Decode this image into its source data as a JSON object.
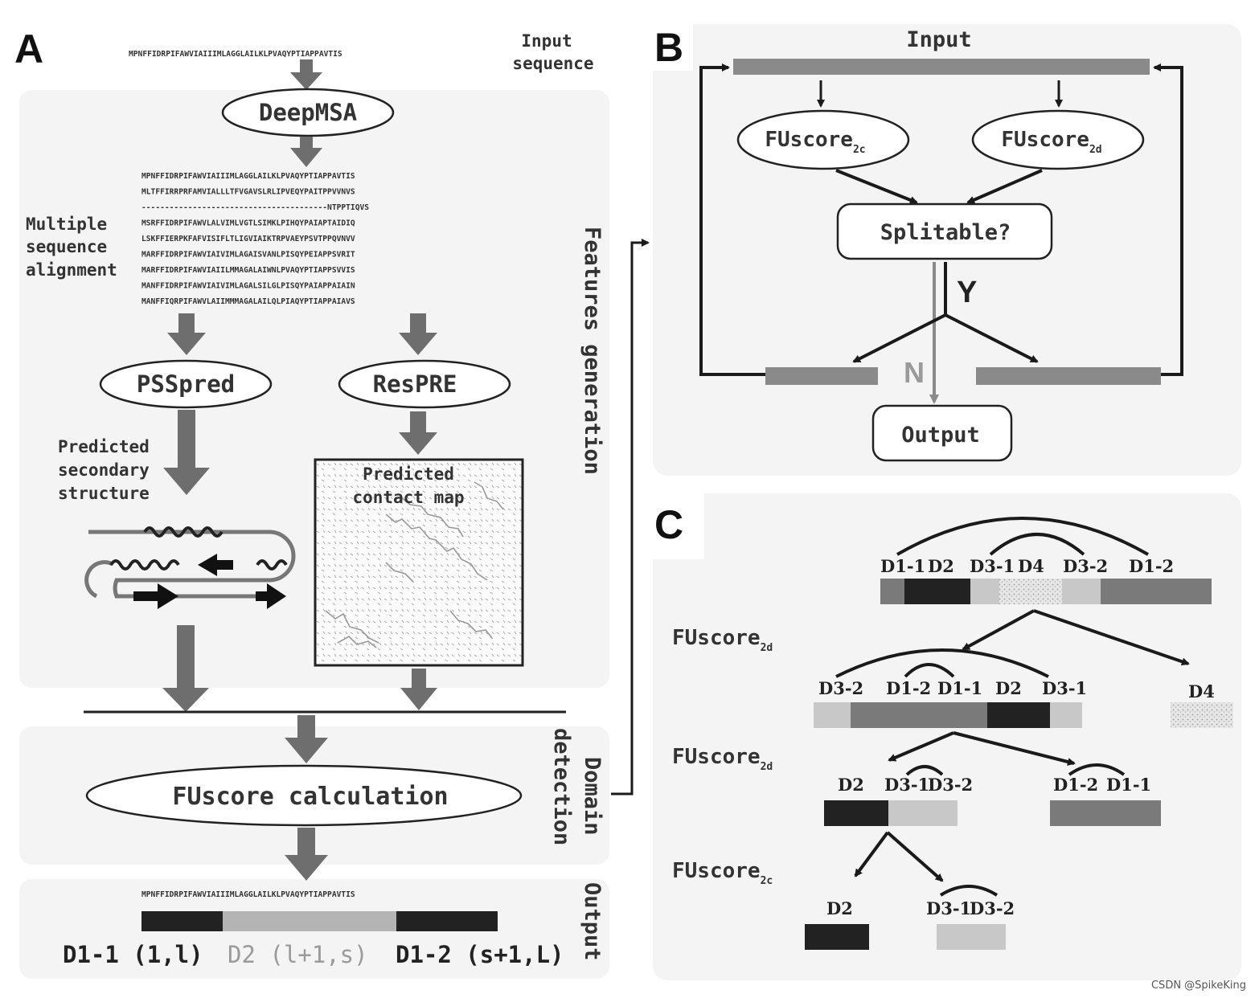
{
  "panel_labels": {
    "a": "A",
    "b": "B",
    "c": "C"
  },
  "panel_a": {
    "input_sequence_text": "MPNFFIDRPIFAWVIAIIIMLAGGLAILKLPVAQYPTIAPPAVTIS",
    "input_label_1": "Input",
    "input_label_2": "sequence",
    "deepmsa": "DeepMSA",
    "msa_lines": [
      "MPNFFIDRPIFAWVIAIIIMLAGGLAILKLPVAQYPTIAPPAVTIS",
      "MLTFFIRRPRFAMVIALLLTFVGAVSLRLIPVEQYPAITPPVVNVS",
      "----------------------------------------NTPPTIQVS",
      "MSRFFIDRPIFAWVLALVIMLVGTLSIMKLPIHQYPAIAPTAIDIQ",
      "LSKFFIERPKFAFVISIFLTLIGVIAIKTRPVAEYPSVTPPQVNVV",
      "MARFFIDRPIFAWVIAIVIMLAGAISVANLPISQYPEIAPPSVRIT",
      "MARFFIDRPIFAWVIAIILMMAGALAIWNLPVAQYPTIAPPSVVIS",
      "MANFFIDRPIFAWVIAIVIMLAGALSILGLPISQYPAIAPPAIAIN",
      "MANFFIQRPIFAWVLAIIMMMAGALAILQLPIAQYPTIAPPAIAVS"
    ],
    "msa_label": [
      "Multiple",
      "sequence",
      "alignment"
    ],
    "pss_pred": "PSSpred",
    "respre": "ResPRE",
    "pred_ss_label": [
      "Predicted",
      "secondary",
      "structure"
    ],
    "pred_cm_label": [
      "Predicted",
      "contact map"
    ],
    "features_generation": "Features generation",
    "domain_detection": [
      "Domain",
      "detection"
    ],
    "fuscore_calc": "FUscore calculation",
    "output_label": "Output",
    "output_sequence_text": "MPNFFIDRPIFAWVIAIIIMLAGGLAILKLPVAQYPTIAPPAVTIS",
    "output_domains": [
      {
        "label": "D1-1 (1,l)",
        "color": "#222222"
      },
      {
        "label": "D2 (l+1,s)",
        "color": "#b4b4b4"
      },
      {
        "label": "D1-2 (s+1,L)",
        "color": "#222222"
      }
    ]
  },
  "panel_b": {
    "input": "Input",
    "fuscore_2c": {
      "main": "FUscore",
      "sub": "2c"
    },
    "fuscore_2d": {
      "main": "FUscore",
      "sub": "2d"
    },
    "splitable": "Splitable?",
    "yes": "Y",
    "no": "N",
    "output": "Output"
  },
  "panel_c": {
    "row1_labels": [
      "D1-1",
      "D2",
      "D3-1",
      "D4",
      "D3-2",
      "D1-2"
    ],
    "row1_score": {
      "main": "FUscore",
      "sub": "2d"
    },
    "row2_labels": [
      "D3-2",
      "D1-2",
      "D1-1",
      "D2",
      "D3-1"
    ],
    "row2_side_label": "D4",
    "row2_score": {
      "main": "FUscore",
      "sub": "2d"
    },
    "row3_left_labels": [
      "D2",
      "D3-1",
      "D3-2"
    ],
    "row3_right_labels": [
      "D1-2",
      "D1-1"
    ],
    "row3_score": {
      "main": "FUscore",
      "sub": "2c"
    },
    "row4_left_label": "D2",
    "row4_right_labels": [
      "D3-1",
      "D3-2"
    ]
  },
  "watermark": "CSDN @SpikeKing",
  "colors": {
    "panel_bg": "#f4f4f4",
    "arrow_gray": "#6e6e6e",
    "dark": "#222222",
    "mid_gray": "#7a7a7a",
    "light_gray": "#c8c8c8",
    "line": "#1a1a1a"
  }
}
